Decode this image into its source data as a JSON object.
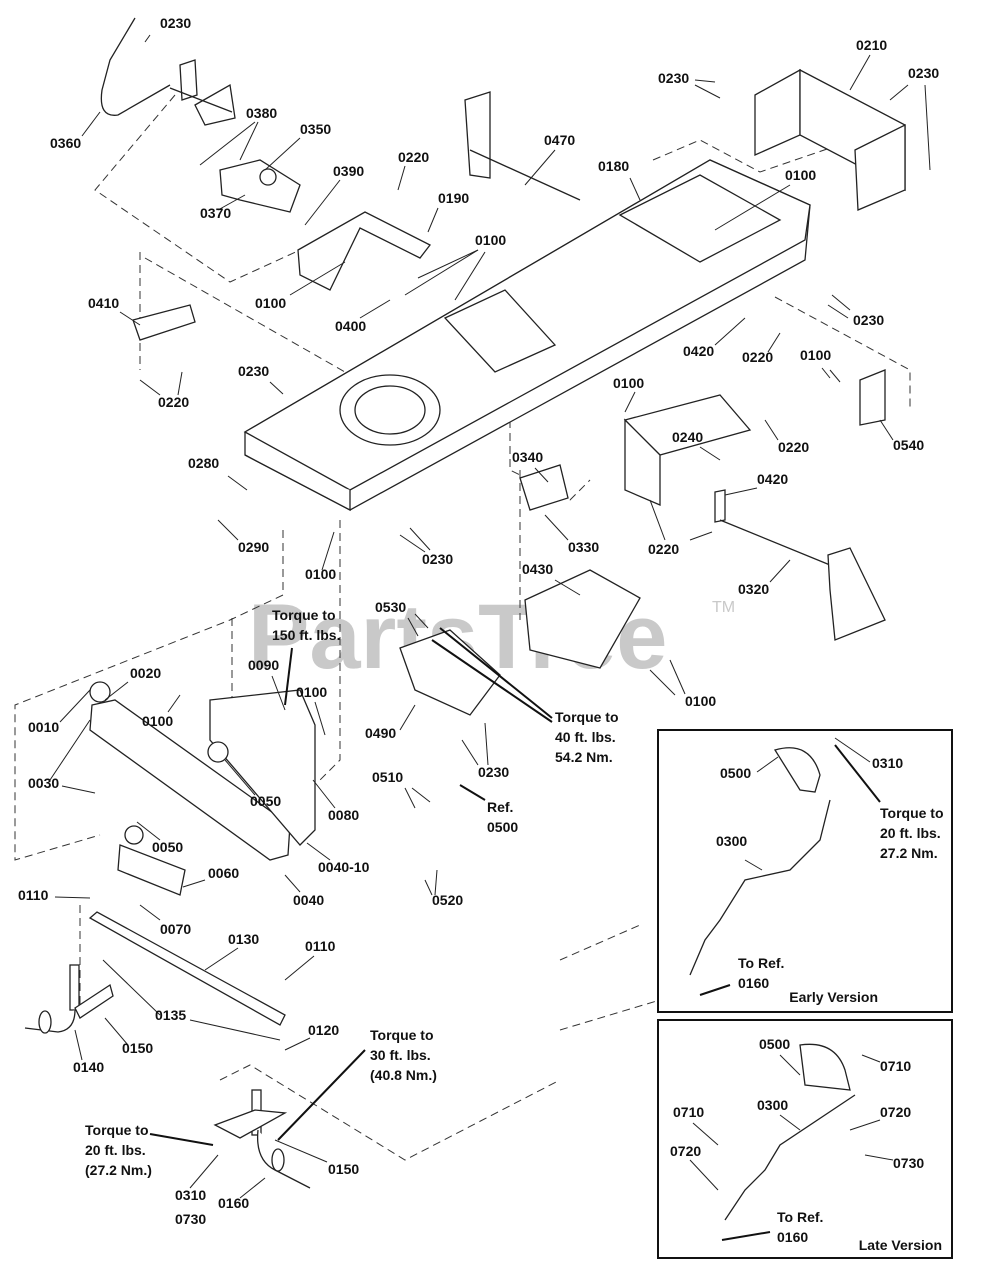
{
  "watermark": {
    "text": "PartsTree",
    "trademark": "TM"
  },
  "labels": [
    {
      "id": "0230",
      "text": "0230"
    },
    {
      "id": "0360",
      "text": "0360"
    },
    {
      "id": "0380",
      "text": "0380"
    },
    {
      "id": "0350",
      "text": "0350"
    },
    {
      "id": "0370",
      "text": "0370"
    },
    {
      "id": "0220",
      "text": "0220"
    },
    {
      "id": "0390",
      "text": "0390"
    },
    {
      "id": "0190",
      "text": "0190"
    },
    {
      "id": "0100",
      "text": "0100"
    },
    {
      "id": "0400",
      "text": "0400"
    },
    {
      "id": "0410",
      "text": "0410"
    },
    {
      "id": "0470",
      "text": "0470"
    },
    {
      "id": "0180",
      "text": "0180"
    },
    {
      "id": "0210",
      "text": "0210"
    },
    {
      "id": "0420",
      "text": "0420"
    },
    {
      "id": "0540",
      "text": "0540"
    },
    {
      "id": "0240",
      "text": "0240"
    },
    {
      "id": "0280",
      "text": "0280"
    },
    {
      "id": "0290",
      "text": "0290"
    },
    {
      "id": "0340",
      "text": "0340"
    },
    {
      "id": "0330",
      "text": "0330"
    },
    {
      "id": "0320",
      "text": "0320"
    },
    {
      "id": "0430",
      "text": "0430"
    },
    {
      "id": "0530",
      "text": "0530"
    },
    {
      "id": "0490",
      "text": "0490"
    },
    {
      "id": "0510",
      "text": "0510"
    },
    {
      "id": "0520",
      "text": "0520"
    },
    {
      "id": "0010",
      "text": "0010"
    },
    {
      "id": "0020",
      "text": "0020"
    },
    {
      "id": "0030",
      "text": "0030"
    },
    {
      "id": "0090",
      "text": "0090"
    },
    {
      "id": "0050",
      "text": "0050"
    },
    {
      "id": "0080",
      "text": "0080"
    },
    {
      "id": "0040-10",
      "text": "0040-10"
    },
    {
      "id": "0040",
      "text": "0040"
    },
    {
      "id": "0060",
      "text": "0060"
    },
    {
      "id": "0070",
      "text": "0070"
    },
    {
      "id": "0110",
      "text": "0110"
    },
    {
      "id": "0130",
      "text": "0130"
    },
    {
      "id": "0135",
      "text": "0135"
    },
    {
      "id": "0120",
      "text": "0120"
    },
    {
      "id": "0140",
      "text": "0140"
    },
    {
      "id": "0150",
      "text": "0150"
    },
    {
      "id": "0310",
      "text": "0310"
    },
    {
      "id": "0730",
      "text": "0730"
    },
    {
      "id": "0160",
      "text": "0160"
    },
    {
      "id": "0500",
      "text": "0500"
    },
    {
      "id": "0300",
      "text": "0300"
    },
    {
      "id": "0710",
      "text": "0710"
    },
    {
      "id": "0720",
      "text": "0720"
    }
  ],
  "notes": {
    "torque_150": [
      "Torque to",
      "150 ft. lbs."
    ],
    "torque_40": [
      "Torque to",
      "40 ft. lbs.",
      "54.2 Nm."
    ],
    "ref_0500": [
      "Ref.",
      "0500"
    ],
    "torque_30": [
      "Torque to",
      "30 ft. lbs.",
      "(40.8 Nm.)"
    ],
    "torque_20_main": [
      "Torque to",
      "20 ft. lbs.",
      "(27.2 Nm.)"
    ],
    "torque_20_early": [
      "Torque to",
      "20 ft. lbs.",
      "27.2 Nm."
    ],
    "to_ref_early": [
      "To Ref.",
      "0160"
    ],
    "to_ref_late": [
      "To Ref.",
      "0160"
    ]
  },
  "insets": {
    "early": {
      "title": "Early Version"
    },
    "late": {
      "title": "Late Version"
    }
  }
}
